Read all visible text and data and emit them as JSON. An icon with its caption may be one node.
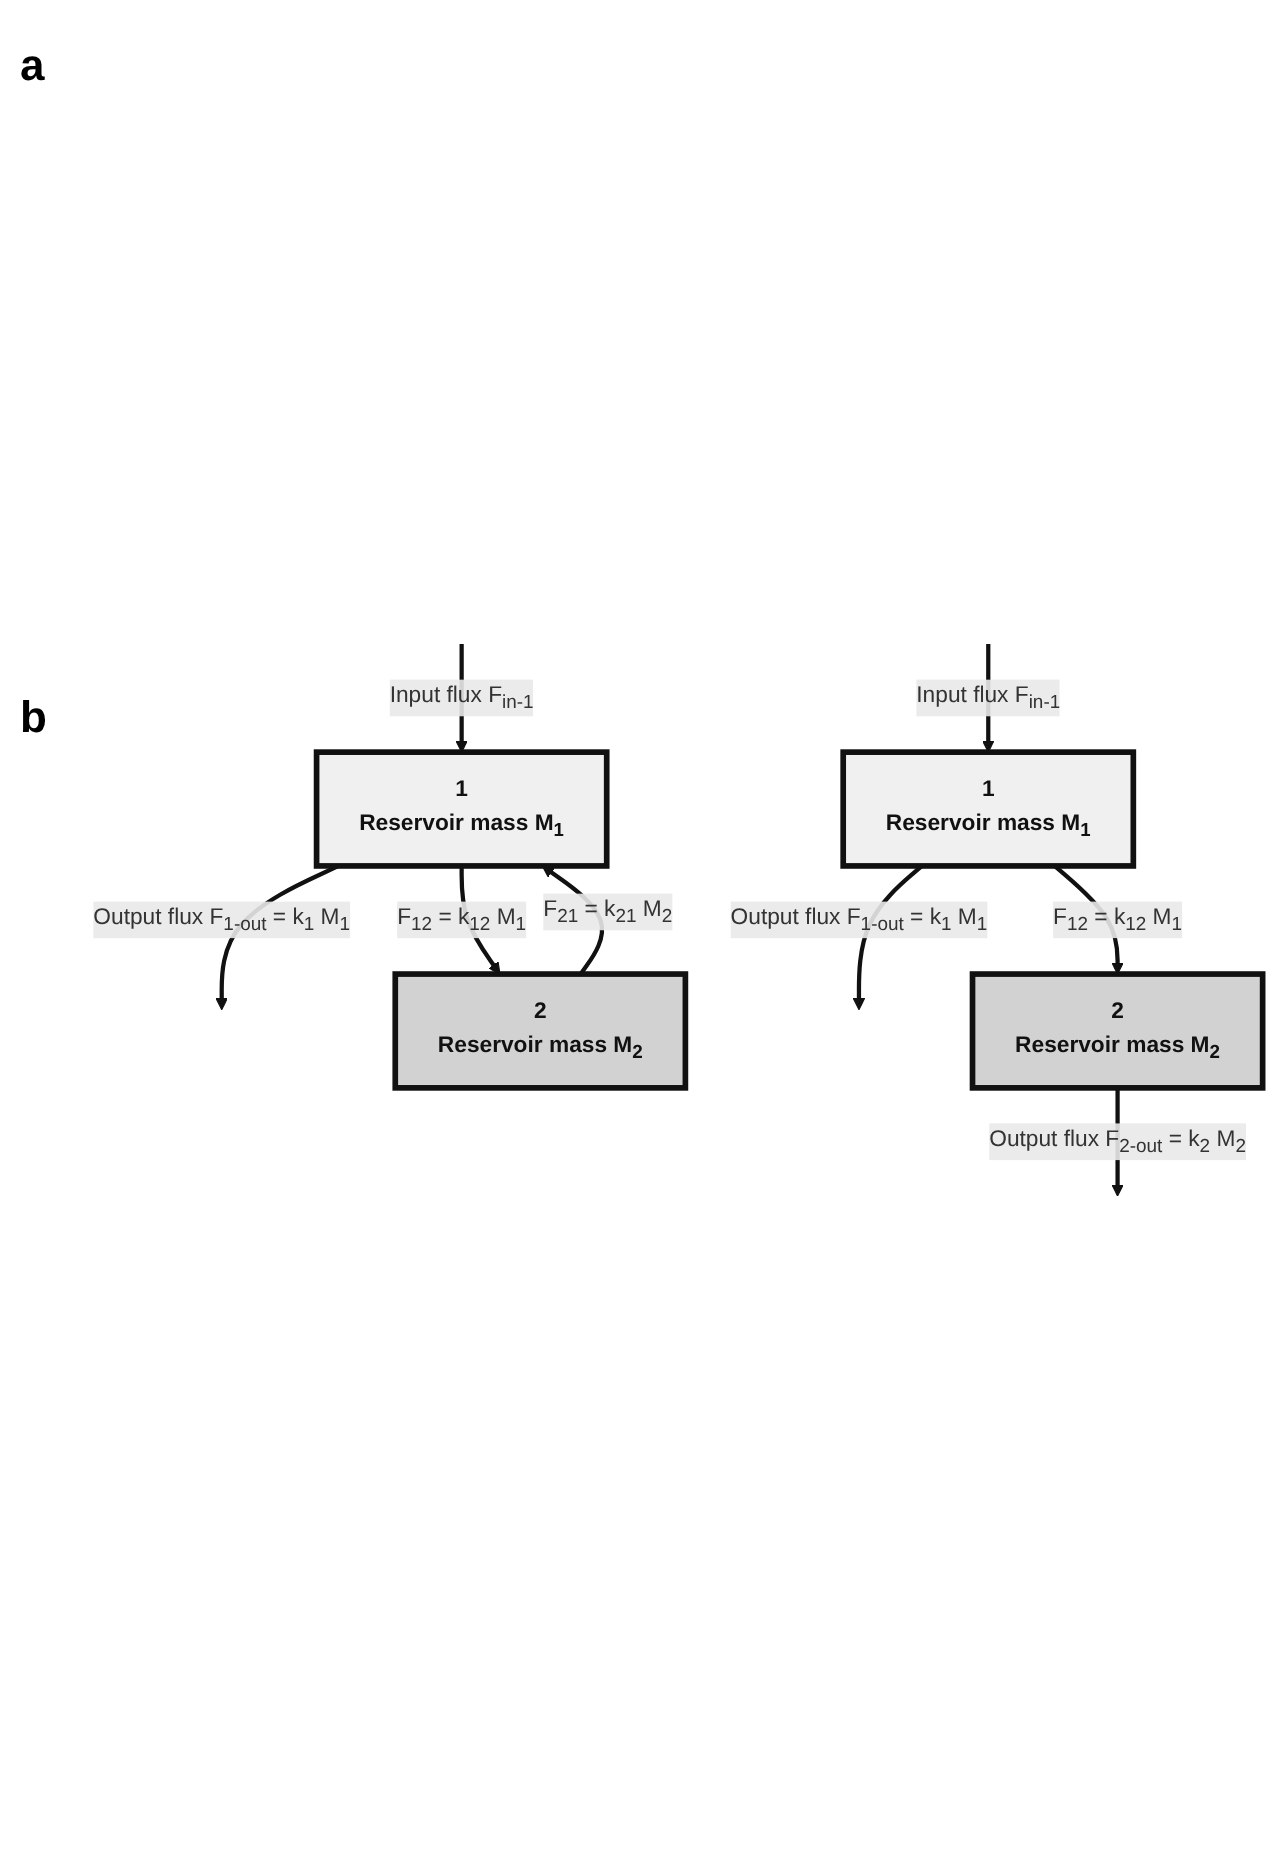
{
  "diagram": {
    "nodes": [
      {
        "text": [
          "1",
          "Reservoir mass M$_{1}$"
        ]
      },
      {
        "text": [
          "2",
          "Reservoir mass M$_{2}$"
        ]
      },
      {
        "text": [
          "1",
          "Reservoir mass M$_{1}$"
        ]
      },
      {
        "text": [
          "2",
          "Reservoir mass M$_{2}$"
        ]
      }
    ],
    "edges": [
      {
        "from": null,
        "to": 0,
        "arrow": "to",
        "label": "Input flux F$_{in-1}$"
      },
      {
        "from": 0,
        "to": null,
        "arrow": "to",
        "label": "Output flux F$_{1-out}$ = k$_{1}$ M$_{1}$"
      },
      {
        "from": 0,
        "to": 1,
        "arrow": "to",
        "label": "F$_{12}$ = k$_{12}$ M$_{1}$"
      },
      {
        "from": 1,
        "to": 0,
        "arrow": "to",
        "label": "F$_{21}$ = k$_{21}$ M$_{2}$"
      },
      {
        "from": null,
        "to": 2,
        "arrow": "to",
        "label": "Input flux F$_{in-1}$"
      },
      {
        "from": 2,
        "to": null,
        "arrow": "to",
        "label": "Output flux F$_{1-out}$ = k$_{1}$ M$_{1}$"
      },
      {
        "from": 2,
        "to": 3,
        "arrow": "to",
        "label": "F$_{12}$ = k$_{12}$ M$_{1}$"
      },
      {
        "from": 3,
        "to": null,
        "arrow": "to",
        "label": "Output flux F$_{2-out}$ = k$_{2}$ M$_{2}$"
      }
    ],
    "labels": [
      "a",
      "b"
    ]
  }
}
